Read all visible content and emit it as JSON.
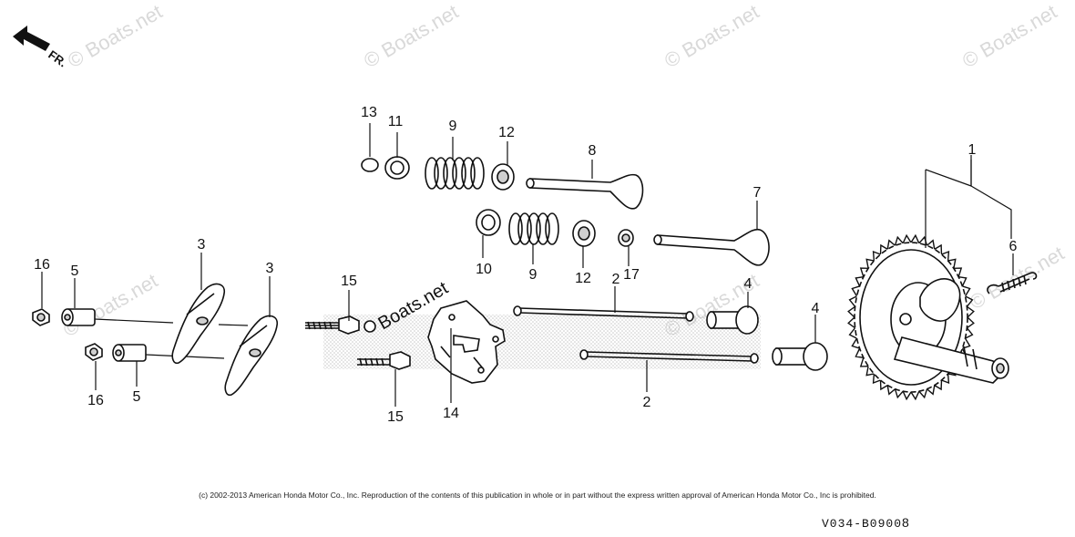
{
  "direction_label": "FR.",
  "watermark_text": "© Boats.net",
  "stamp_text": "Boats.net",
  "callouts": {
    "c1": "1",
    "c2a": "2",
    "c2b": "2",
    "c3a": "3",
    "c3b": "3",
    "c4a": "4",
    "c4b": "4",
    "c5a": "5",
    "c5b": "5",
    "c6": "6",
    "c7": "7",
    "c8": "8",
    "c9a": "9",
    "c9b": "9",
    "c10": "10",
    "c11": "11",
    "c12a": "12",
    "c12b": "12",
    "c13": "13",
    "c14": "14",
    "c15a": "15",
    "c15b": "15",
    "c16a": "16",
    "c16b": "16",
    "c17": "17"
  },
  "copyright": "(c) 2002-2013 American Honda Motor Co., Inc. Reproduction of the contents of this publication in whole or in part without the express written approval of American Honda Motor Co., Inc is prohibited.",
  "diagram_code": "V034-B0900",
  "diagram_code_suffix": "8",
  "colors": {
    "line": "#111111",
    "watermark": "#d9d9d9",
    "stipple": "#bdbdbd"
  }
}
